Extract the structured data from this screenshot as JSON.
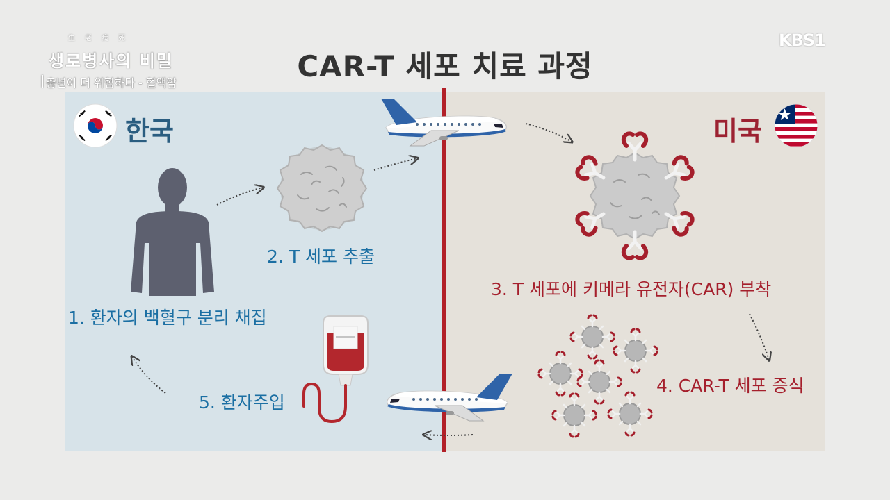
{
  "title": "CAR-T 세포 치료 과정",
  "broadcast": {
    "show_supertitle": "生老病死",
    "show_title": "생로병사의 비밀",
    "episode": "충년이 더 위험하다 - 혈액암",
    "channel_logo": "KBS1"
  },
  "regions": {
    "korea": {
      "label": "한국",
      "flag": "south-korea-flag-icon"
    },
    "usa": {
      "label": "미국",
      "flag": "liberia-style-flag-icon"
    }
  },
  "steps": [
    {
      "label": "1. 환자의 백혈구 분리 채집",
      "icon": "person-silhouette-icon"
    },
    {
      "label": "2. T 세포 추출",
      "icon": "t-cell-icon"
    },
    {
      "label": "3. T 세포에 키메라 유전자(CAR) 부착",
      "icon": "car-t-cell-icon"
    },
    {
      "label": "4. CAR-T 세포 증식",
      "icon": "car-t-cell-cluster-icon"
    },
    {
      "label": "5. 환자주입",
      "icon": "blood-bag-icon"
    }
  ],
  "colors": {
    "korea_bg": "#d7e3e9",
    "usa_bg": "#e5e1da",
    "korea_text": "#1b6fa3",
    "usa_text": "#a51f2c",
    "divider": "#b22028"
  },
  "icons": [
    "airplane-icon",
    "dotted-arrow-icon"
  ]
}
